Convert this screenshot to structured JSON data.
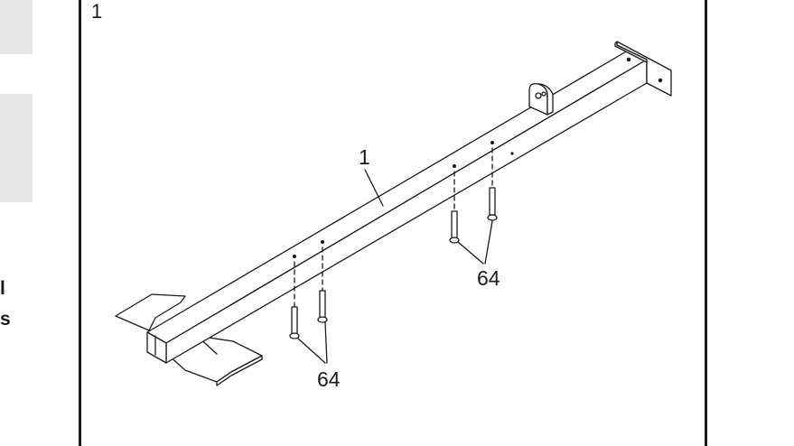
{
  "sidebar": {
    "text_1": "l",
    "text_2": "s"
  },
  "step": {
    "number": "1"
  },
  "callouts": {
    "frame": "1",
    "bolts_right": "64",
    "bolts_left": "64"
  },
  "colors": {
    "ink": "#1a1a1a",
    "tab": "#e6e6e6"
  }
}
